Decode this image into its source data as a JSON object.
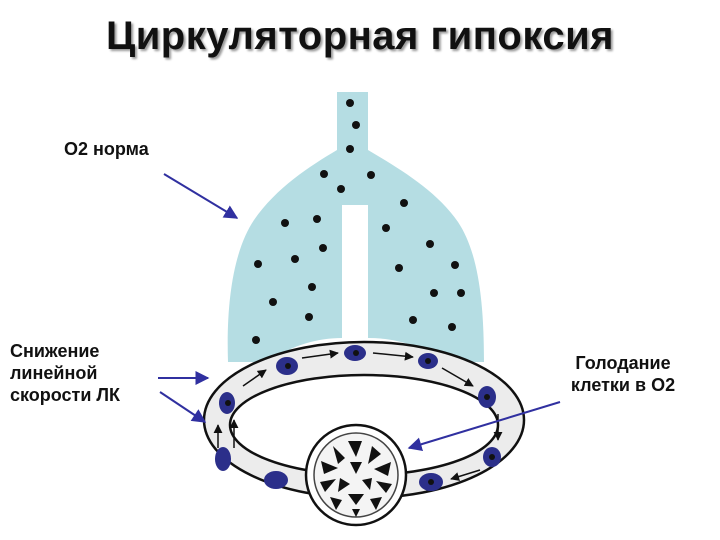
{
  "title": "Циркуляторная гипоксия",
  "labels": {
    "o2_normal": "O2 норма",
    "slow_flow": [
      "Снижение",
      "линейной",
      "скорости ЛК"
    ],
    "cell_starvation": [
      "Голодание",
      "клетки в O2"
    ]
  },
  "colors": {
    "lung": "#b5dde3",
    "vessel_fill": "#ececec",
    "erythrocyte": "#2b2f8a",
    "pointer": "#3030a0",
    "outline": "#111111"
  }
}
